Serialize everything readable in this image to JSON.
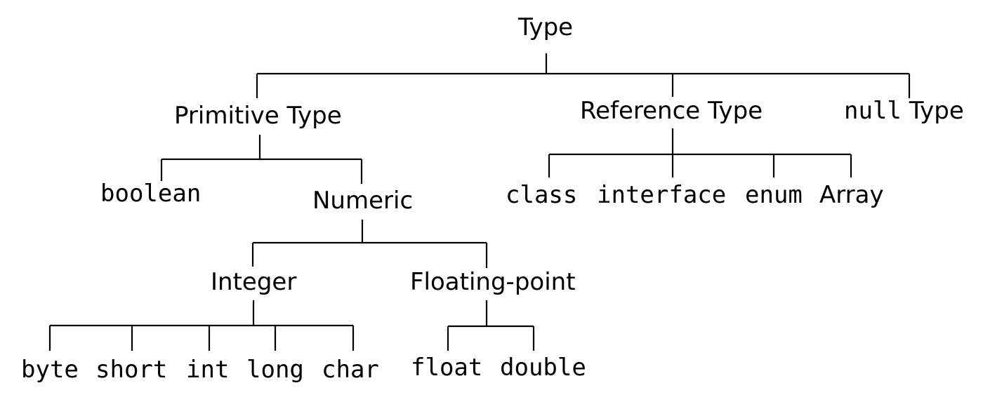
{
  "tree": {
    "root": "Type",
    "primitive_type": "Primitive Type",
    "reference_type": "Reference Type",
    "null_keyword": "null",
    "null_suffix": " Type",
    "boolean": "boolean",
    "numeric": "Numeric",
    "class": "class",
    "interface": "interface",
    "enum": "enum",
    "array": "Array",
    "integer": "Integer",
    "floating_point": "Floating-point",
    "byte": "byte",
    "short": "short",
    "int": "int",
    "long": "long",
    "char": "char",
    "float": "float",
    "double": "double"
  }
}
